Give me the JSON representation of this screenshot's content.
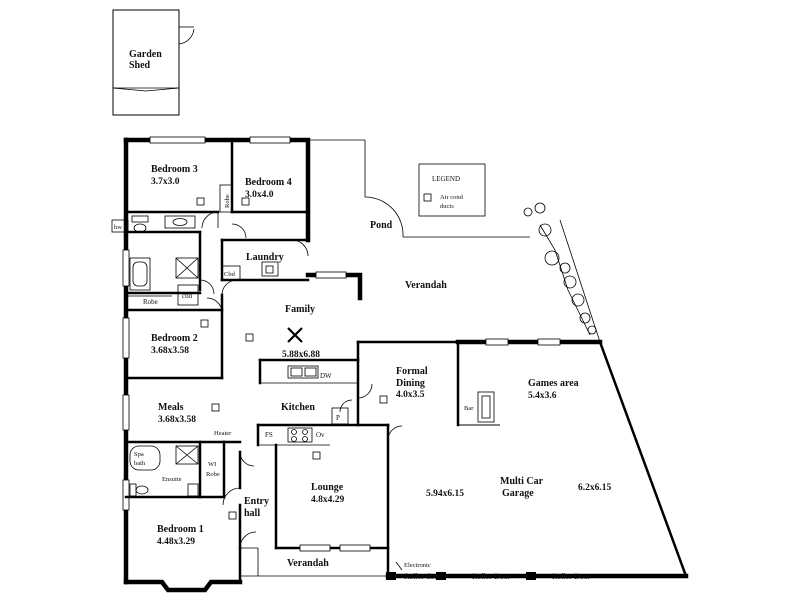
{
  "rooms": {
    "garden_shed": {
      "name_line1": "Garden",
      "name_line2": "Shed"
    },
    "bedroom3": {
      "name": "Bedroom 3",
      "dims": "3.7x3.0"
    },
    "bedroom4": {
      "name": "Bedroom 4",
      "dims": "3.0x4.0"
    },
    "bedroom2": {
      "name": "Bedroom 2",
      "dims": "3.68x3.58"
    },
    "bedroom1": {
      "name": "Bedroom 1",
      "dims": "4.48x3.29"
    },
    "family": {
      "name": "Family",
      "dims": "5.88x6.88"
    },
    "meals": {
      "name": "Meals",
      "dims": "3.68x3.58"
    },
    "kitchen": {
      "name": "Kitchen"
    },
    "formal_dining": {
      "name_line1": "Formal",
      "name_line2": "Dining",
      "dims": "4.0x3.5"
    },
    "lounge": {
      "name": "Lounge",
      "dims": "4.8x4.29"
    },
    "games_area": {
      "name": "Games area",
      "dims": "5.4x3.6"
    },
    "garage": {
      "name_line1": "Multi Car",
      "name_line2": "Garage",
      "dims_left": "5.94x6.15",
      "dims_right": "6.2x6.15"
    },
    "laundry": {
      "name": "Laundry"
    },
    "entry_hall": {
      "name_line1": "Entry",
      "name_line2": "hall"
    },
    "verandah_rear": {
      "name": "Verandah"
    },
    "verandah_front": {
      "name": "Verandah"
    },
    "pond": {
      "name": "Pond"
    }
  },
  "fixtures": {
    "hw": "hw",
    "robe_b4": "Robe",
    "robe_b2": "Robe",
    "cbd_laundry": "Cbd",
    "cbd_hall": "cbd",
    "dw": "DW",
    "fs": "FS",
    "ov": "Ov",
    "p": "P",
    "heater": "Heater",
    "spa_bath_line1": "Spa",
    "spa_bath_line2": "bath",
    "ensuite": "Ensuite",
    "wi_robe_line1": "WI",
    "wi_robe_line2": "Robe",
    "bar": "Bar"
  },
  "doors": {
    "electronic_line1": "Electronic",
    "electronic_line2": "Roller door",
    "roller1": "Roller Door",
    "roller2": "Roller Door"
  },
  "legend": {
    "title": "LEGEND",
    "item_line1": "Air cond",
    "item_line2": "ducts"
  }
}
